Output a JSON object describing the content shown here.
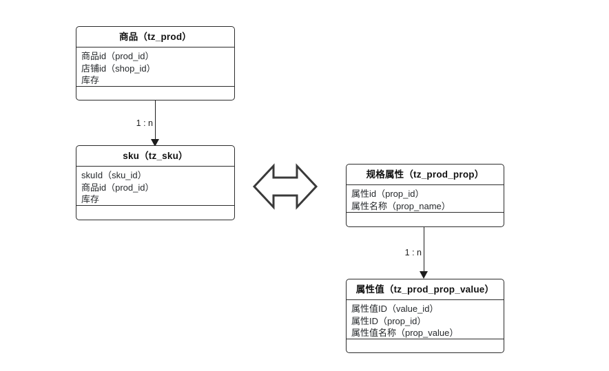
{
  "diagram": {
    "title_text": "",
    "stroke_color": "#2b2b2b",
    "background_color": "#ffffff",
    "text_color": "#25282b"
  },
  "entities": [
    {
      "id": "tz_prod",
      "title": "商品（tz_prod）",
      "attributes": [
        "商品id（prod_id）",
        "店铺id（shop_id）",
        "库存"
      ]
    },
    {
      "id": "tz_sku",
      "title": "sku（tz_sku）",
      "attributes": [
        "skuId（sku_id）",
        "商品id（prod_id）",
        "库存"
      ]
    },
    {
      "id": "tz_prod_prop",
      "title": "规格属性（tz_prod_prop）",
      "attributes": [
        "属性id（prop_id）",
        "属性名称（prop_name）"
      ]
    },
    {
      "id": "tz_prod_prop_value",
      "title": "属性值（tz_prod_prop_value）",
      "attributes": [
        "属性值ID（value_id）",
        "属性ID（prop_id）",
        "属性值名称（prop_value）"
      ]
    }
  ],
  "connectors": [
    {
      "id": "prod-to-sku",
      "label": "1 : n",
      "from": "tz_prod",
      "to": "tz_sku"
    },
    {
      "id": "prop-to-prop-value",
      "label": "1 : n",
      "from": "tz_prod_prop",
      "to": "tz_prod_prop_value"
    }
  ],
  "relations": [
    {
      "id": "sku-prop-link",
      "icon": "double-headed-arrow",
      "label": ""
    }
  ]
}
